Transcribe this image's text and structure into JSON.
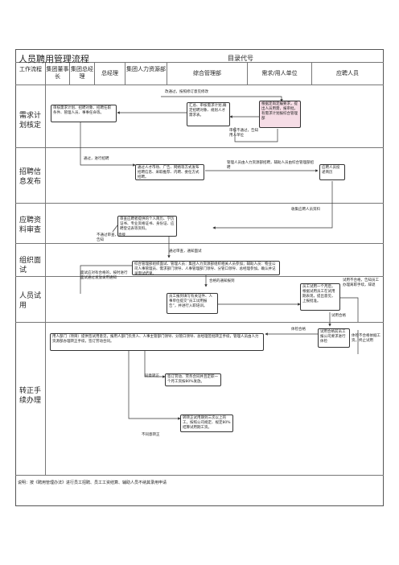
{
  "title": "人员聘用管理流程",
  "code_label": "目录代号",
  "headers": {
    "col1": "工作流程",
    "col2": "集团董事长",
    "col3": "集团总经理",
    "col4": "总经理",
    "col5": "集团人力资源部",
    "col6": "综合管理部",
    "col7": "需求/用人单位",
    "col8": "应聘人员"
  },
  "rows": {
    "r1": "需求计划核定",
    "r2": "招聘信息发布",
    "r3": "应聘资料审查",
    "r4": "组织面试",
    "r5": "人员试用",
    "r6": "转正手续办理"
  },
  "boxes": {
    "b1": "审核需求计划、招聘对象、招聘任职条件、管理人员、事事任命等。",
    "b2": "汇总、审核需求计划,确定招聘对象、规划人才需求表。",
    "b3": "根据定岗定编要求，提出人员用需，报审批，有需求计划报综合管理部",
    "b4": "通过人才市场、广告、网络等方式发布招聘信息、采取推荐、内聘、委任方式招聘。",
    "b5": "应聘人员投递简历",
    "b6": "审查应聘者提供的个人简历、学历证书、专业资格证书、身份证、应聘登记表等资料。",
    "b7": "综合管理部组织面试、管理人员：集团人力资源部组织相关人员参加；辅助人员：物业公司人事管理员、需求部门领导、人事管理部门领导、分管口领导、总经理参加。确认并记录面试结果。",
    "b8": "员工报到填写有关证件、人事单位提交“员工试用报告”，并进行入职培训。",
    "b9": "员工试用一个月后，根据试用员工在试用期表现，提出意见，上报批准。",
    "b10": "用人部门（项目）提供签试用意见，报用人部门负责人、人事主管部门领导、分管口领导、总经理签批转正手续，管理人员由人力资源部办理转正手续，签订劳动合同。",
    "b11": "试用合格前员工报公司要求进行体检",
    "b12": "签订劳动、劳务合同并且定职一个月工资按80%发放。",
    "b13": "转转正试用期到三次以上的工，按照公司规定、规定80%结算试用期工资。"
  },
  "notes": {
    "n1": "改通过，按照修订意见修改",
    "n2": "审核不通过，告知用人单位",
    "n3": "通过，进行招聘",
    "n4": "管理人员由人力资源部招聘，辅助人员由综合管理部招聘",
    "n5": "收集应聘人员资料",
    "n6": "通过审查，通知面试",
    "n7": "面试应对有合格的，按时进行",
    "n8": "面试通过发放录用通知",
    "n9": "不通过审查，直接告知",
    "n10": "合格的通知报到",
    "n11": "试用不合格，告知员工办理离职手续，辞退",
    "n12": "试用合格",
    "n13": "体检合格",
    "n14": "体检不合格依据工资，终止试用",
    "n15": "同意转正",
    "n16": "不同意转正"
  },
  "footer": "说明：按《聘用管理办法》进行员工招聘、员工工资结算、辅助人员不纳其录用申请"
}
